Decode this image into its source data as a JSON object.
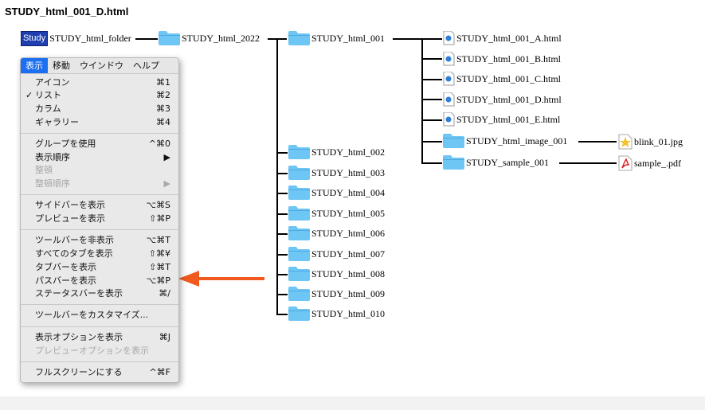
{
  "page_title": "STUDY_html_001_D.html",
  "root": {
    "badge": "Study",
    "label": "STUDY_html_folder"
  },
  "level1": "STUDY_html_2022",
  "level2": [
    "STUDY_html_001",
    "STUDY_html_002",
    "STUDY_html_003",
    "STUDY_html_004",
    "STUDY_html_005",
    "STUDY_html_006",
    "STUDY_html_007",
    "STUDY_html_008",
    "STUDY_html_009",
    "STUDY_html_010"
  ],
  "level3": {
    "html_files": [
      "STUDY_html_001_A.html",
      "STUDY_html_001_B.html",
      "STUDY_html_001_C.html",
      "STUDY_html_001_D.html",
      "STUDY_html_001_E.html"
    ],
    "image_folder": "STUDY_html_image_001",
    "sample_folder": "STUDY_sample_001"
  },
  "level4": {
    "image_file": "blink_01.jpg",
    "pdf_file": "sample_.pdf"
  },
  "menu": {
    "bar": [
      "表示",
      "移動",
      "ウインドウ",
      "ヘルプ"
    ],
    "items": [
      {
        "label": "アイコン",
        "shortcut": "⌘1",
        "check": ""
      },
      {
        "label": "リスト",
        "shortcut": "⌘2",
        "check": "✓"
      },
      {
        "label": "カラム",
        "shortcut": "⌘3",
        "check": ""
      },
      {
        "label": "ギャラリー",
        "shortcut": "⌘4",
        "check": ""
      },
      {
        "label": "グループを使用",
        "shortcut": "^⌘0",
        "check": ""
      },
      {
        "label": "表示順序",
        "shortcut": "▶",
        "check": ""
      },
      {
        "label": "整頓",
        "shortcut": "",
        "check": ""
      },
      {
        "label": "整頓順序",
        "shortcut": "▶",
        "check": ""
      },
      {
        "label": "サイドバーを表示",
        "shortcut": "⌥⌘S",
        "check": ""
      },
      {
        "label": "プレビューを表示",
        "shortcut": "⇧⌘P",
        "check": ""
      },
      {
        "label": "ツールバーを非表示",
        "shortcut": "⌥⌘T",
        "check": ""
      },
      {
        "label": "すべてのタブを表示",
        "shortcut": "⇧⌘¥",
        "check": ""
      },
      {
        "label": "タブバーを表示",
        "shortcut": "⇧⌘T",
        "check": ""
      },
      {
        "label": "パスバーを表示",
        "shortcut": "⌥⌘P",
        "check": ""
      },
      {
        "label": "ステータスバーを表示",
        "shortcut": "⌘/",
        "check": ""
      },
      {
        "label": "ツールバーをカスタマイズ...",
        "shortcut": "",
        "check": ""
      },
      {
        "label": "表示オプションを表示",
        "shortcut": "⌘J",
        "check": ""
      },
      {
        "label": "プレビューオプションを表示",
        "shortcut": "",
        "check": ""
      },
      {
        "label": "フルスクリーンにする",
        "shortcut": "^⌘F",
        "check": ""
      }
    ]
  },
  "colors": {
    "folder": "#6ec6f5",
    "arrow": "#f05a1e",
    "menu_highlight": "#1d6ff2"
  }
}
